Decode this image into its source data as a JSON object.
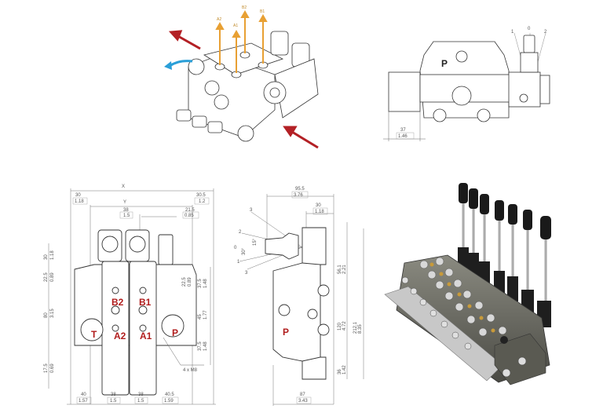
{
  "iso_view": {
    "port_labels": [
      "A2",
      "A1",
      "B2",
      "B1"
    ],
    "flow_arrows": {
      "out_red": "#b32025",
      "return_blue": "#2a9fd8",
      "inlet_red": "#b32025",
      "port_orange": "#e8a033"
    }
  },
  "side_view": {
    "lever_positions": [
      "1",
      "0",
      "2"
    ],
    "port_label": "P",
    "dim_mm": "37",
    "dim_in": "1.46"
  },
  "front_view": {
    "top_dims": {
      "overall": "X",
      "inner": "Y",
      "left_mm": "30",
      "left_in": "1.18",
      "right_mm": "30.5",
      "right_in": "1.2",
      "spool_mm": "38",
      "spool_in": "1.5",
      "relief_mm": "21.5",
      "relief_in": "0.85"
    },
    "left_dims": [
      {
        "mm": "30",
        "in": "1.18"
      },
      {
        "mm": "22.5",
        "in": "0.89"
      },
      {
        "mm": "80",
        "in": "3.15"
      },
      {
        "mm": "17.5",
        "in": "0.69"
      }
    ],
    "right_dims": [
      {
        "mm": "22.5",
        "in": "0.89"
      },
      {
        "mm": "37.5",
        "in": "1.48"
      },
      {
        "mm": "45",
        "in": "1.77"
      },
      {
        "mm": "37.5",
        "in": "1.48"
      }
    ],
    "bottom_dims": [
      {
        "mm": "40",
        "in": "1.57"
      },
      {
        "mm": "38",
        "in": "1.5"
      },
      {
        "mm": "38",
        "in": "1.5"
      },
      {
        "mm": "40.5",
        "in": "1.59"
      }
    ],
    "port_labels": {
      "b2": "B2",
      "b1": "B1",
      "t": "T",
      "a2": "A2",
      "a1": "A1",
      "p": "P"
    },
    "mount_note": "4 x M8",
    "label_color": "#b01c1c"
  },
  "section_view": {
    "angle_labels": [
      "1",
      "0",
      "2",
      "3",
      "3"
    ],
    "angles": [
      "30°",
      "15°"
    ],
    "top_dims": [
      {
        "mm": "95.5",
        "in": "3.76"
      },
      {
        "mm": "30",
        "in": "1.18"
      }
    ],
    "right_dims": [
      {
        "mm": "56.1",
        "in": "2.21"
      },
      {
        "mm": "120",
        "in": "4.72"
      },
      {
        "mm": "36",
        "in": "1.42"
      }
    ],
    "overall_height": {
      "mm": "212.1",
      "in": "8.35"
    },
    "bottom_dim": {
      "mm": "87",
      "in": "3.43"
    },
    "port_label": "P"
  },
  "photo": {
    "lever_count": 7,
    "description": "7-section monoblock hydraulic directional control valve with black knob levers"
  }
}
